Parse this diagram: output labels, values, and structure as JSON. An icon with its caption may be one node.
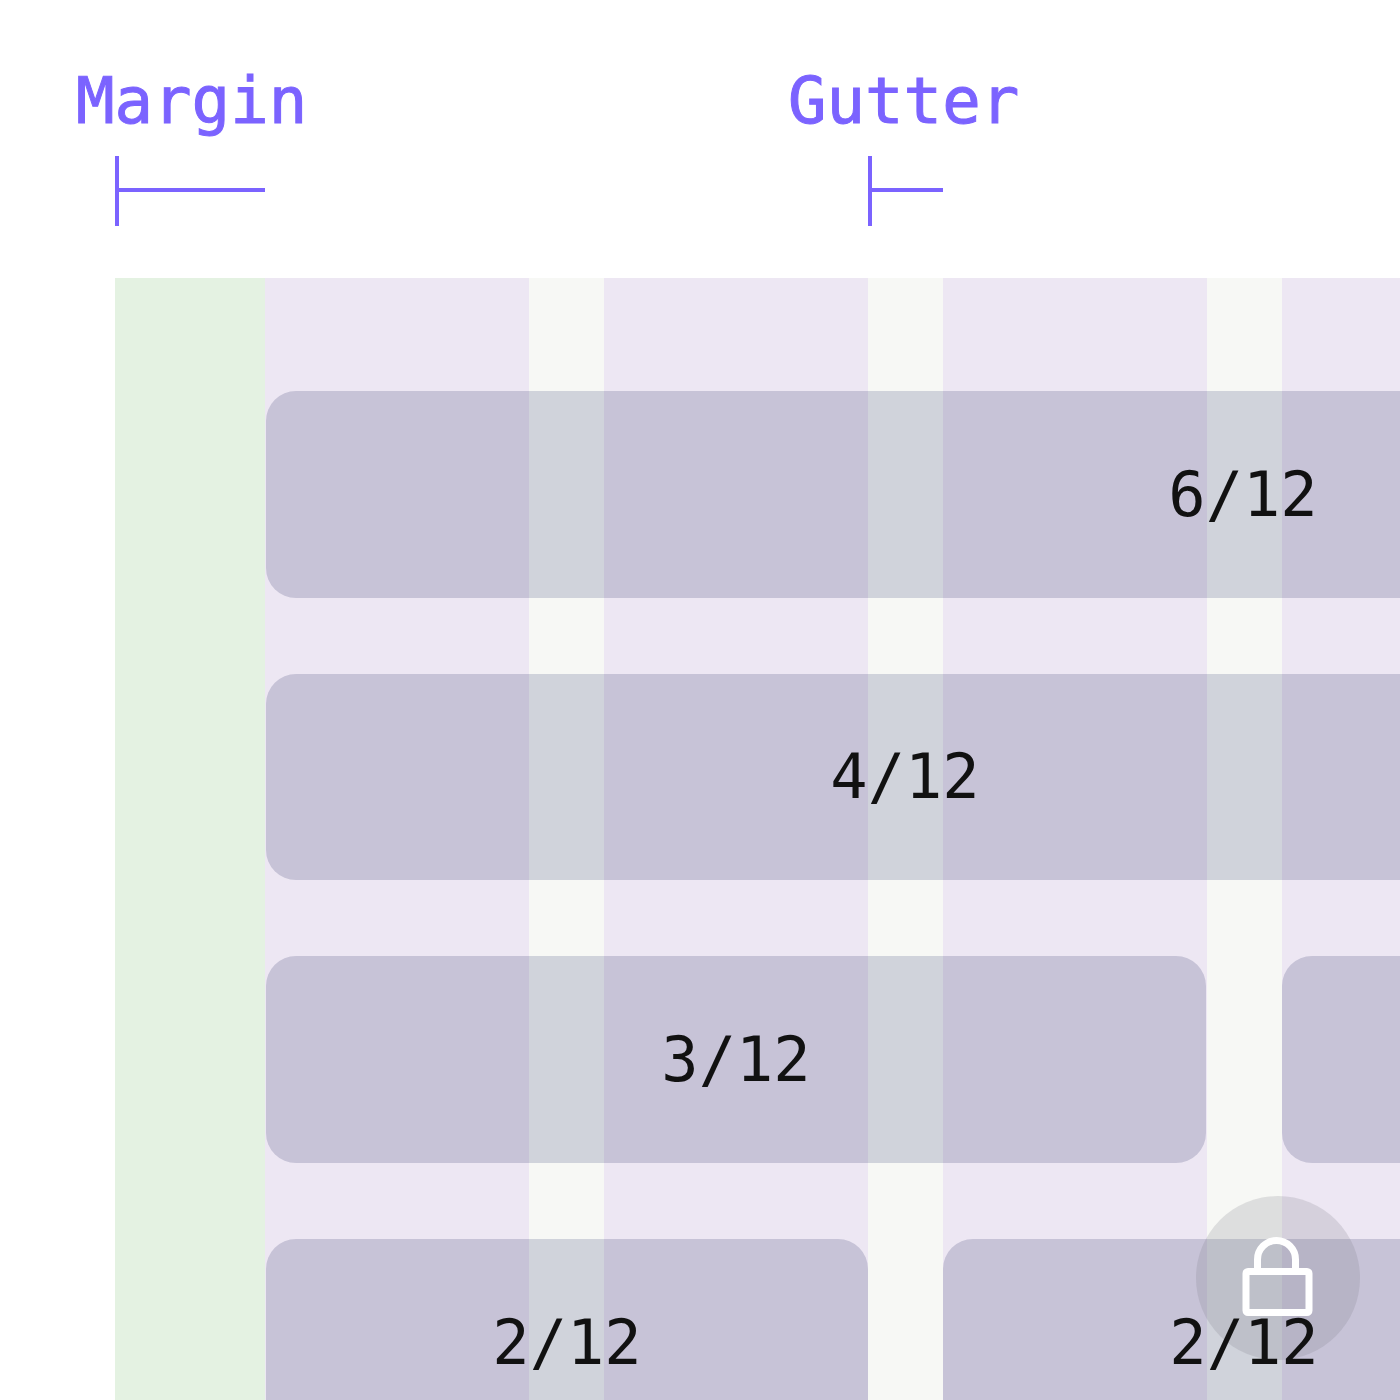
{
  "diagram": {
    "nodes": [
      {
        "text": [
          "6/12"
        ]
      },
      {
        "text": [
          "4/12"
        ]
      },
      {
        "text": [
          "3/12"
        ]
      },
      {
        "text": [],
        "shape": "bar"
      },
      {
        "text": [
          "2/12"
        ]
      },
      {
        "text": [
          "2/12"
        ]
      }
    ],
    "labels": [
      "Margin",
      "Gutter"
    ]
  }
}
